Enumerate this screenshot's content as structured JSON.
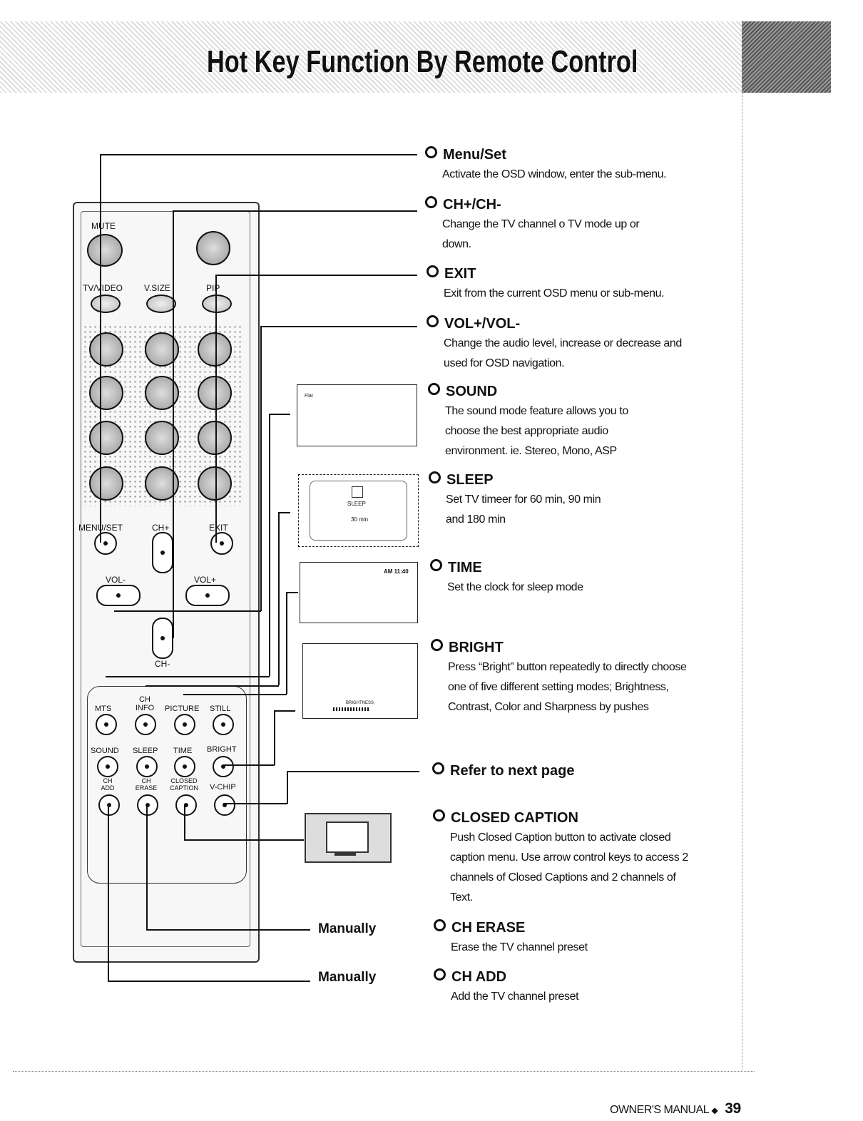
{
  "header": {
    "title": "Hot Key Function By Remote Control"
  },
  "remote": {
    "labels": {
      "mute": "MUTE",
      "tv_video": "TV/VIDEO",
      "vsize": "V.SIZE",
      "pip": "PIP",
      "menu_set": "MENU/SET",
      "ch_plus": "CH+",
      "exit": "EXIT",
      "vol_minus": "VOL-",
      "vol_plus": "VOL+",
      "ch_minus": "CH-",
      "mts": "MTS",
      "ch_info": "CH INFO",
      "picture": "PICTURE",
      "still": "STILL",
      "sound": "SOUND",
      "sleep": "SLEEP",
      "time": "TIME",
      "bright": "BRIGHT",
      "ch_add": "CH ADD",
      "ch_erase": "CH ERASE",
      "closed_caption": "CLOSED CAPTION",
      "vchip": "V-CHIP"
    }
  },
  "thumbs": {
    "sound": "Flat",
    "sleep_title": "SLEEP",
    "sleep_value": "30 min",
    "time": "AM 11:40",
    "bright": "BRIGHTNESS"
  },
  "entries": [
    {
      "title": "Menu/Set",
      "desc": "Activate the OSD window, enter the sub-menu."
    },
    {
      "title": "CH+/CH-",
      "desc": "Change the TV channel o TV mode up or down."
    },
    {
      "title": "EXIT",
      "desc": "Exit from the current OSD menu or sub-menu."
    },
    {
      "title": "VOL+/VOL-",
      "desc": "Change the audio level, increase or decrease and used for OSD navigation."
    },
    {
      "title": "SOUND",
      "desc": "The sound mode feature allows you to choose the best appropriate audio environment. ie. Stereo, Mono, ASP"
    },
    {
      "title": "SLEEP",
      "desc": "Set TV timeer for 60 min, 90 min and 180 min"
    },
    {
      "title": "TIME",
      "desc": "Set the clock for sleep mode"
    },
    {
      "title": "BRIGHT",
      "desc": "Press “Bright” button repeatedly to directly choose one of five different setting modes; Brightness, Contrast, Color and Sharpness by pushes"
    },
    {
      "title": "Refer to next page",
      "desc": ""
    },
    {
      "title": "CLOSED CAPTION",
      "desc": "Push Closed Caption button to activate closed caption menu. Use arrow control keys to access 2 channels of Closed Captions and 2 channels of Text."
    },
    {
      "title": "CH ERASE",
      "desc": "Erase the TV channel preset"
    },
    {
      "title": "CH ADD",
      "desc": "Add the TV channel preset"
    }
  ],
  "manual_labels": [
    "Manually",
    "Manually"
  ],
  "footer": {
    "text": "OWNER'S MANUAL",
    "page": "39"
  }
}
